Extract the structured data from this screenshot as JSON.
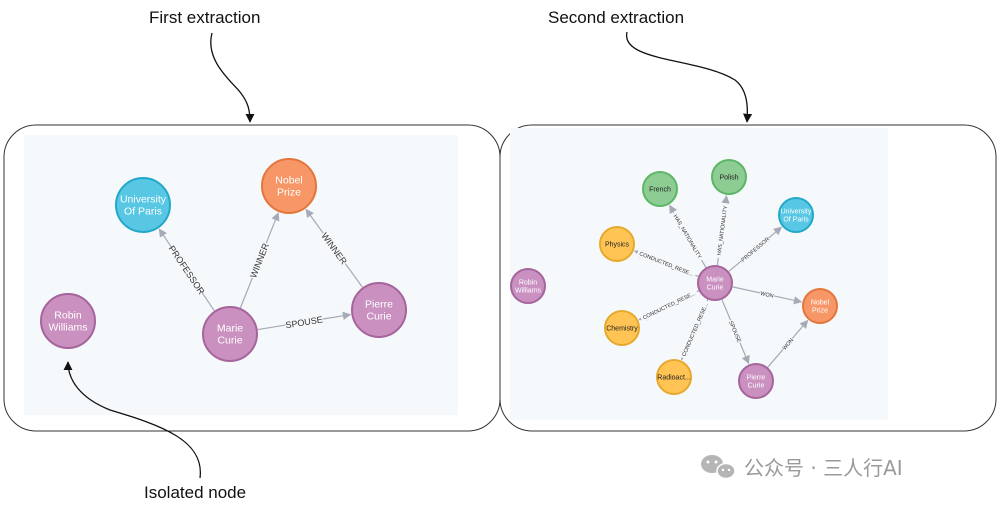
{
  "annotations": {
    "first_extraction": "First extraction",
    "second_extraction": "Second extraction",
    "isolated_node": "Isolated node"
  },
  "colors": {
    "person": "#c990c0",
    "person_stroke": "#a5649c",
    "university": "#57c7e3",
    "university_stroke": "#23a8c9",
    "prize": "#f16667",
    "prize_fill": "#f79767",
    "prize_stroke": "#e3763c",
    "nationality": "#8dcc93",
    "nationality_stroke": "#5db665",
    "topic": "#ffc454",
    "topic_stroke": "#e6a92f",
    "edge": "#a5abb6",
    "panel_bg": "#f6f9fc"
  },
  "graph1": {
    "nodes": [
      {
        "id": "uop",
        "lines": [
          "University",
          "Of Paris"
        ],
        "kind": "university"
      },
      {
        "id": "nobel",
        "lines": [
          "Nobel",
          "Prize"
        ],
        "kind": "prize"
      },
      {
        "id": "robin",
        "lines": [
          "Robin",
          "Williams"
        ],
        "kind": "person"
      },
      {
        "id": "marie",
        "lines": [
          "Marie",
          "Curie"
        ],
        "kind": "person"
      },
      {
        "id": "pierre",
        "lines": [
          "Pierre",
          "Curie"
        ],
        "kind": "person"
      }
    ],
    "edges": [
      {
        "from": "marie",
        "to": "uop",
        "label": "PROFESSOR"
      },
      {
        "from": "marie",
        "to": "nobel",
        "label": "WINNER"
      },
      {
        "from": "pierre",
        "to": "nobel",
        "label": "WINNER"
      },
      {
        "from": "marie",
        "to": "pierre",
        "label": "SPOUSE"
      }
    ]
  },
  "graph2": {
    "nodes": [
      {
        "id": "french",
        "lines": [
          "French"
        ],
        "kind": "nationality"
      },
      {
        "id": "polish",
        "lines": [
          "Polish"
        ],
        "kind": "nationality"
      },
      {
        "id": "uop",
        "lines": [
          "University",
          "Of Paris"
        ],
        "kind": "university"
      },
      {
        "id": "physics",
        "lines": [
          "Physics"
        ],
        "kind": "topic"
      },
      {
        "id": "robin",
        "lines": [
          "Robin",
          "Williams"
        ],
        "kind": "person"
      },
      {
        "id": "marie",
        "lines": [
          "Marie",
          "Curie"
        ],
        "kind": "person"
      },
      {
        "id": "nobel",
        "lines": [
          "Nobel",
          "Prize"
        ],
        "kind": "prize"
      },
      {
        "id": "chemistry",
        "lines": [
          "Chemistry"
        ],
        "kind": "topic"
      },
      {
        "id": "radio",
        "lines": [
          "Radioact..."
        ],
        "kind": "topic"
      },
      {
        "id": "pierre",
        "lines": [
          "Pierre",
          "Curie"
        ],
        "kind": "person"
      }
    ],
    "edges": [
      {
        "from": "marie",
        "to": "french",
        "label": "HAS_NATIONALITY"
      },
      {
        "from": "marie",
        "to": "polish",
        "label": "HAS_NATIONALITY"
      },
      {
        "from": "marie",
        "to": "uop",
        "label": "PROFESSOR"
      },
      {
        "from": "marie",
        "to": "physics",
        "label": "CONDUCTED_RESE..."
      },
      {
        "from": "marie",
        "to": "chemistry",
        "label": "CONDUCTED_RESE..."
      },
      {
        "from": "marie",
        "to": "radio",
        "label": "CONDUCTED_RESE..."
      },
      {
        "from": "marie",
        "to": "nobel",
        "label": "WON"
      },
      {
        "from": "marie",
        "to": "pierre",
        "label": "SPOUSE"
      },
      {
        "from": "pierre",
        "to": "nobel",
        "label": "WON"
      }
    ]
  },
  "watermark": {
    "icon": "wechat-icon",
    "text": "公众号 · 三人行AI"
  }
}
